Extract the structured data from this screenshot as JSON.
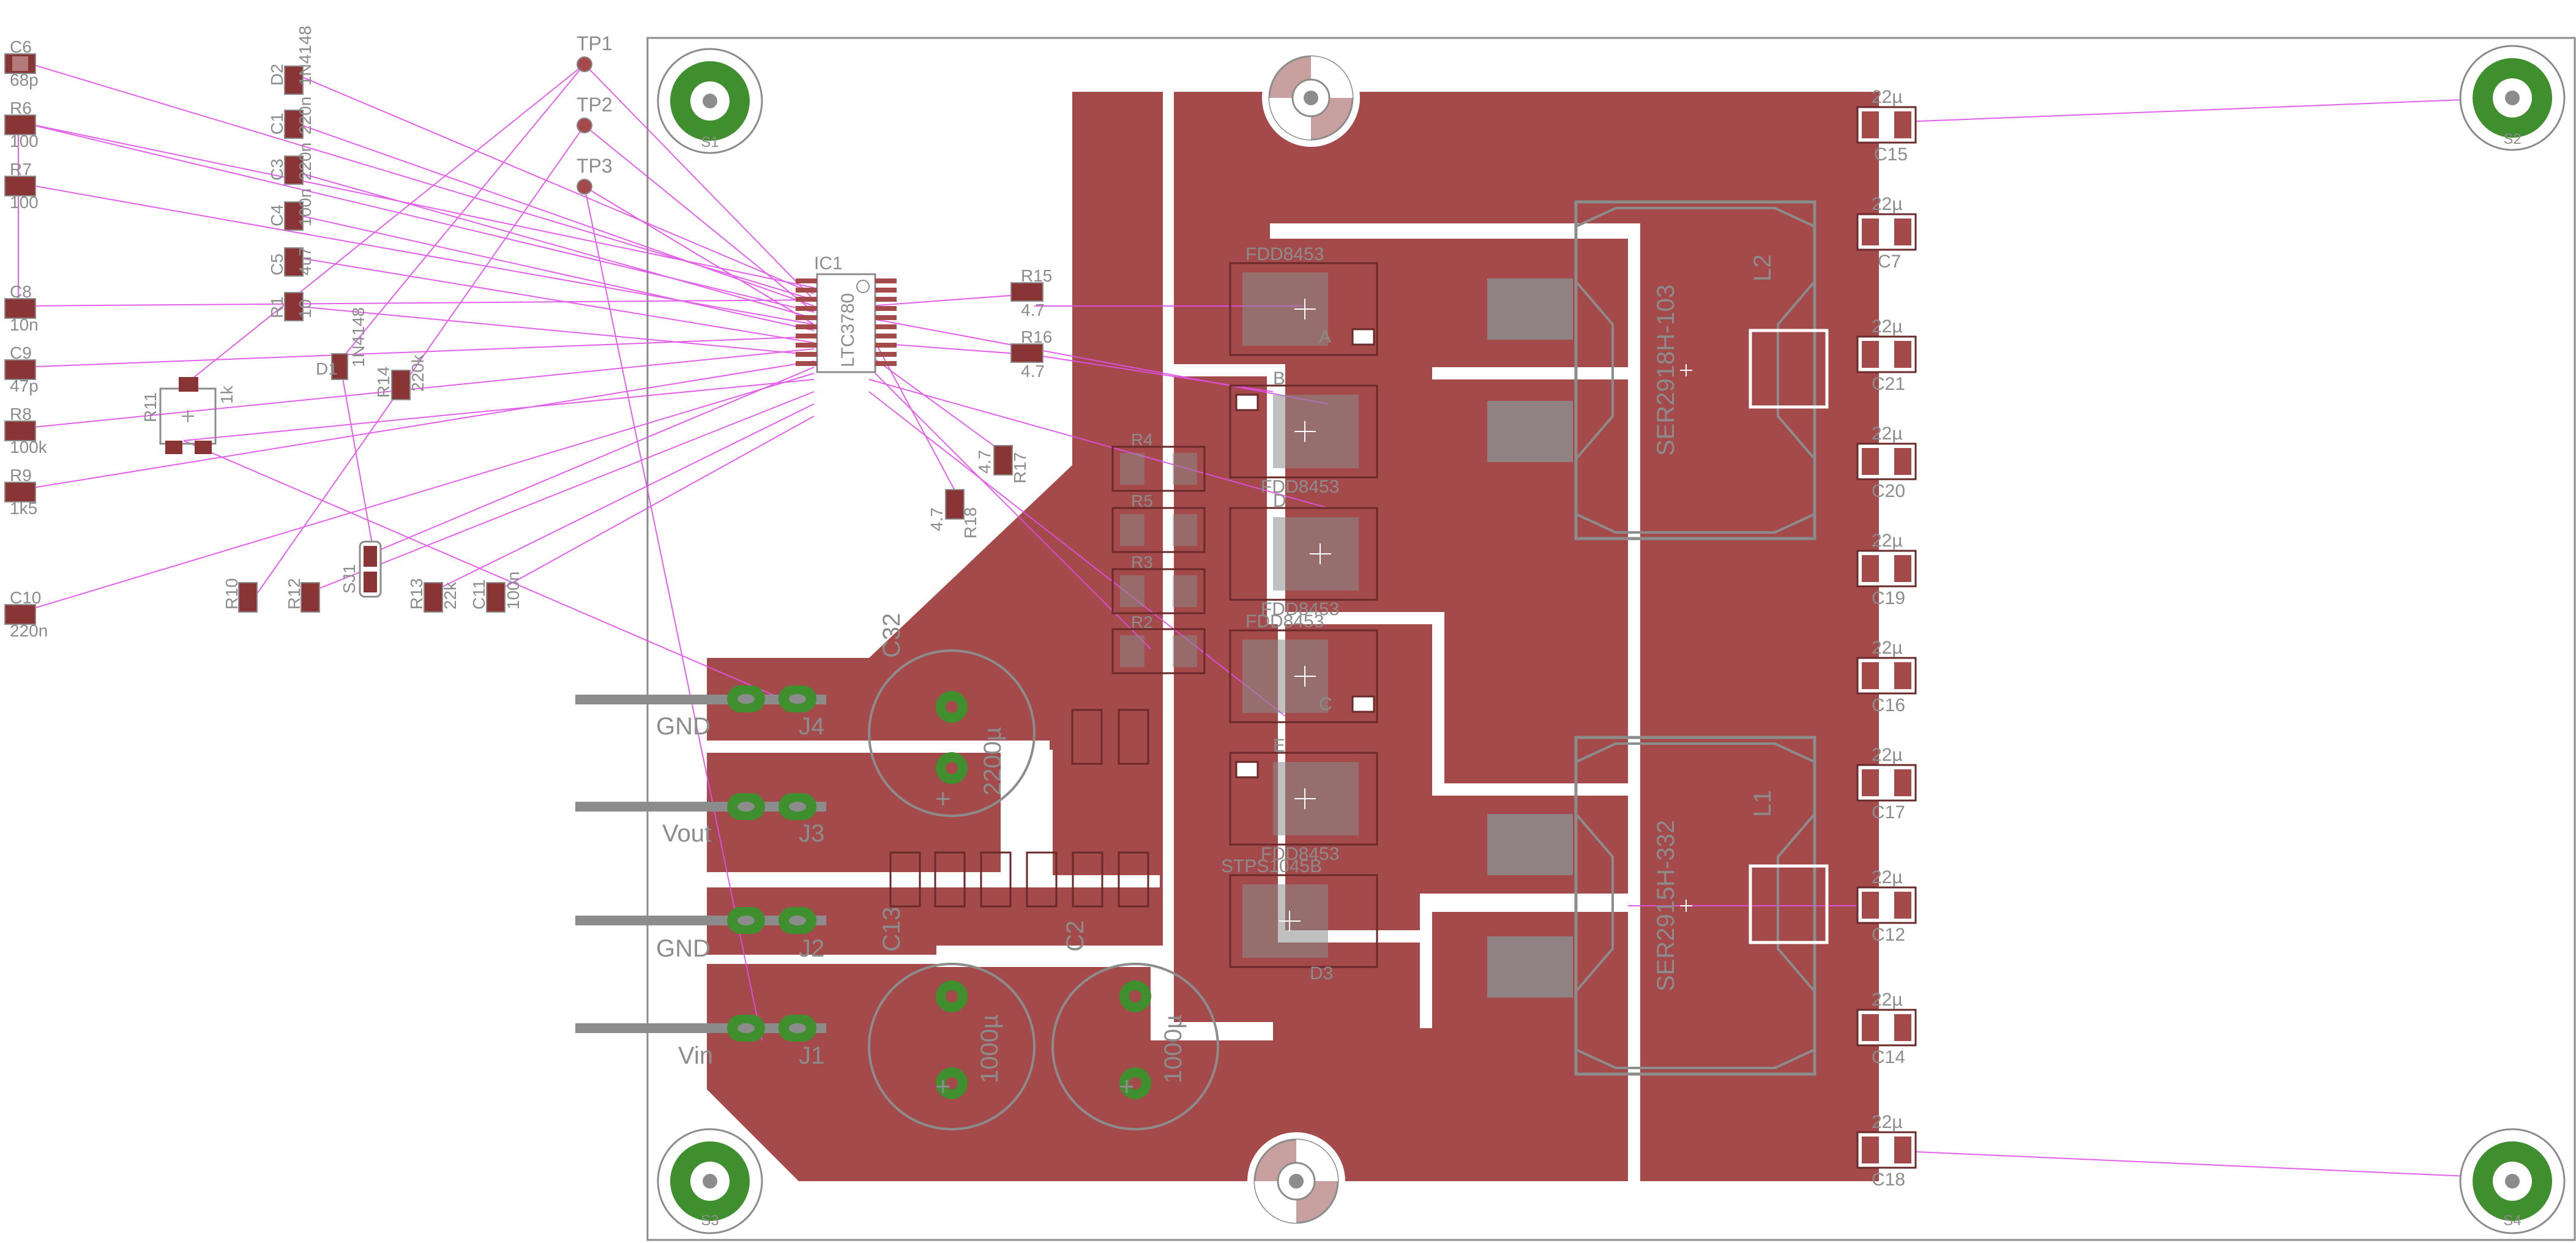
{
  "colors": {
    "copper": "#a54a4a",
    "copper_dark": "#8a3535",
    "silk": "#8c8c8c",
    "ratsnest": "#e050e8",
    "hole_green": "#3f8f2f",
    "outline": "#8c8c8c",
    "background": "#ffffff"
  },
  "left_components": [
    {
      "ref": "C6",
      "value": "68p"
    },
    {
      "ref": "R6",
      "value": "100"
    },
    {
      "ref": "R7",
      "value": "100"
    },
    {
      "ref": "C8",
      "value": "10n"
    },
    {
      "ref": "C9",
      "value": "47p"
    },
    {
      "ref": "R8",
      "value": "100k"
    },
    {
      "ref": "R9",
      "value": "1k5"
    },
    {
      "ref": "C10",
      "value": "220n"
    }
  ],
  "column_components": [
    {
      "ref": "D2",
      "value": "1N4148"
    },
    {
      "ref": "C1",
      "value": "220n"
    },
    {
      "ref": "C3",
      "value": "220n"
    },
    {
      "ref": "C4",
      "value": "100n"
    },
    {
      "ref": "C5",
      "value": "4u7"
    },
    {
      "ref": "R1",
      "value": "10"
    }
  ],
  "misc_labels": {
    "d1_ref": "D1",
    "d1_val": "1N4148",
    "r11_ref": "R11",
    "r11_val": "1k",
    "r14_ref": "R14",
    "r14_val": "220k",
    "r10_ref": "R10",
    "r12_ref": "R12",
    "sj1_ref": "SJ1",
    "r13_ref": "R13",
    "r13_val": "22k",
    "c11_ref": "C11",
    "c11_val": "100n",
    "r15_ref": "R15",
    "r15_val": "4.7",
    "r16_ref": "R16",
    "r16_val": "4.7",
    "r17_ref": "R17",
    "r17_val": "4.7",
    "r18_ref": "R18",
    "r18_val": "4.7",
    "ic1_ref": "IC1",
    "ic1_val": "LTC3780"
  },
  "test_points": [
    "TP1",
    "TP2",
    "TP3"
  ],
  "connectors": [
    {
      "ref": "J4",
      "label": "GND"
    },
    {
      "ref": "J3",
      "label": "Vout"
    },
    {
      "ref": "J2",
      "label": "GND"
    },
    {
      "ref": "J1",
      "label": "Vin"
    }
  ],
  "mosfets": [
    {
      "top": "FDD8453",
      "bottom": "A"
    },
    {
      "top": "B",
      "bottom": "FDD8453"
    },
    {
      "top": "D",
      "bottom": "FDD8453"
    },
    {
      "top": "FDD8453",
      "bottom": "C"
    },
    {
      "top": "E",
      "bottom": "FDD8453"
    },
    {
      "top": "STPS1045B",
      "bottom": "D3"
    }
  ],
  "inductors": [
    {
      "ref": "L2",
      "value": "SER2918H-103"
    },
    {
      "ref": "L1",
      "value": "SER2915H-332"
    }
  ],
  "right_caps": [
    {
      "ref": "C15",
      "value": "22µ"
    },
    {
      "ref": "C7",
      "value": "22µ"
    },
    {
      "ref": "C21",
      "value": "22µ"
    },
    {
      "ref": "C20",
      "value": "22µ"
    },
    {
      "ref": "C19",
      "value": "22µ"
    },
    {
      "ref": "C16",
      "value": "22µ"
    },
    {
      "ref": "C17",
      "value": "22µ"
    },
    {
      "ref": "C12",
      "value": "22µ"
    },
    {
      "ref": "C14",
      "value": "22µ"
    },
    {
      "ref": "C18",
      "value": "22µ"
    }
  ],
  "sense_resistors": [
    "R4",
    "R5",
    "R3",
    "R2"
  ],
  "bulk_caps": [
    {
      "ref": "C32",
      "value": "2200µ"
    },
    {
      "ref": "C13",
      "value": "1000µ"
    },
    {
      "ref": "C2",
      "value": "1000µ"
    }
  ],
  "mount_holes": [
    "S1",
    "S2",
    "S3",
    "S4"
  ]
}
